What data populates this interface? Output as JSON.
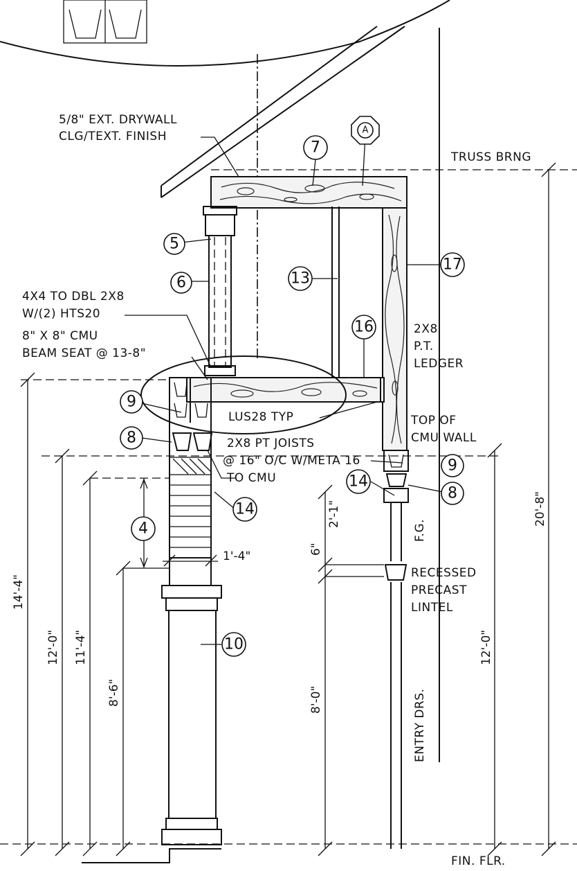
{
  "notes": {
    "drywall_l1": "5/8\" EXT. DRYWALL",
    "drywall_l2": "CLG/TEXT. FINISH",
    "truss": "TRUSS BRNG",
    "conn_l1": "4X4 TO DBL 2X8",
    "conn_l2": "W/(2) HTS20",
    "cmu_l1": "8\" X 8\" CMU",
    "cmu_l2": "BEAM SEAT @ 13-8\"",
    "lus": "LUS28 TYP",
    "ledger_l1": "2X8",
    "ledger_l2": "P.T.",
    "ledger_l3": "LEDGER",
    "joists_l1": "2X8 PT JOISTS",
    "joists_l2": "@ 16\" O/C W/META 16",
    "joists_l3": "TO CMU",
    "topcmu_l1": "TOP OF",
    "topcmu_l2": "CMU WALL",
    "fg": "F.G.",
    "lintel_l1": "RECESSED",
    "lintel_l2": "PRECAST",
    "lintel_l3": "LINTEL",
    "entry": "ENTRY DRS.",
    "finflr": "FIN. FLR."
  },
  "callouts": {
    "c5": "5",
    "c6": "6",
    "c7": "7",
    "c8a": "8",
    "c8b": "8",
    "c9a": "9",
    "c9b": "9",
    "c4": "4",
    "c10": "10",
    "c13": "13",
    "c14a": "14",
    "c14b": "14",
    "c16": "16",
    "c17": "17",
    "cA": "A"
  },
  "dims": {
    "d20_8": "20'-8\"",
    "d14_4": "14'-4\"",
    "d12_0a": "12'-0\"",
    "d12_0b": "12'-0\"",
    "d11_4": "11'-4\"",
    "d8_6": "8'-6\"",
    "d8_0": "8'-0\"",
    "d1_4": "1'-4\"",
    "d2_1": "2'-1\"",
    "d6": "6\""
  }
}
